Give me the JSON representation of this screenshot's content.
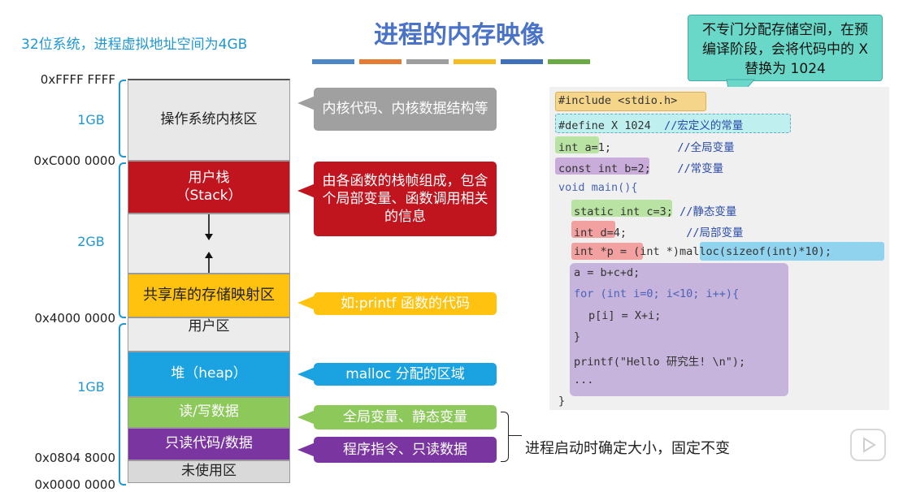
{
  "title": "进程的内存映像",
  "subtitle": "32位系统，进程虚拟地址空间为4GB",
  "color_bar": [
    "#4a86c8",
    "#e57c33",
    "#9e9e9e",
    "#f5bd1f",
    "#3f6fb8",
    "#6aaa44"
  ],
  "addresses": {
    "a_top": "0xFFFF FFFF",
    "a_c000": "0xC000 0000",
    "a_4000": "0x4000 0000",
    "a_0804": "0x0804 8000",
    "a_zero": "0x0000 0000"
  },
  "sizes": {
    "s1": "1GB",
    "s2": "2GB",
    "s3": "1GB"
  },
  "segments": {
    "kernel": "操作系统内核区",
    "stack_l1": "用户栈",
    "stack_l2": "（Stack）",
    "shared": "共享库的存储映射区",
    "user": "用户区",
    "heap": "堆（heap）",
    "rw": "读/写数据",
    "ro": "只读代码/数据",
    "unused": "未使用区"
  },
  "callouts": {
    "kernel": "内核代码、内核数据结构等",
    "stack": "由各函数的栈帧组成，包含个局部变量、函数调用相关的信息",
    "shared": "如:printf 函数的代码",
    "heap": "malloc 分配的区域",
    "rw": "全局变量、静态变量",
    "ro": "程序指令、只读数据"
  },
  "side_note": "进程启动时确定大小，固定不变",
  "define_note": "不专门分配存储空间，在预编译阶段，会将代码中的 X 替换为 1024",
  "code": {
    "l1": "#include <stdio.h>",
    "l2_a": "#define X 1024",
    "l2_c": "//宏定义的常量",
    "l3_a": "int a=1;",
    "l3_c": "//全局变量",
    "l4_a": "const int b=2;",
    "l4_c": "//常变量",
    "l5": "void main(){",
    "l6_a": "static int c=3;",
    "l6_c": "//静态变量",
    "l7_a": "int d=4;",
    "l7_c": "//局部变量",
    "l8_a": "int *p = (int *)",
    "l8_b": "malloc(sizeof(int)*10);",
    "l9": "a = b+c+d;",
    "l10": "for (int i=0; i<10; i++){",
    "l11": "p[i] = X+i;",
    "l12": "}",
    "l13": "printf(\"Hello 研究生! \\n\");",
    "l14": "...",
    "l15": "}"
  }
}
